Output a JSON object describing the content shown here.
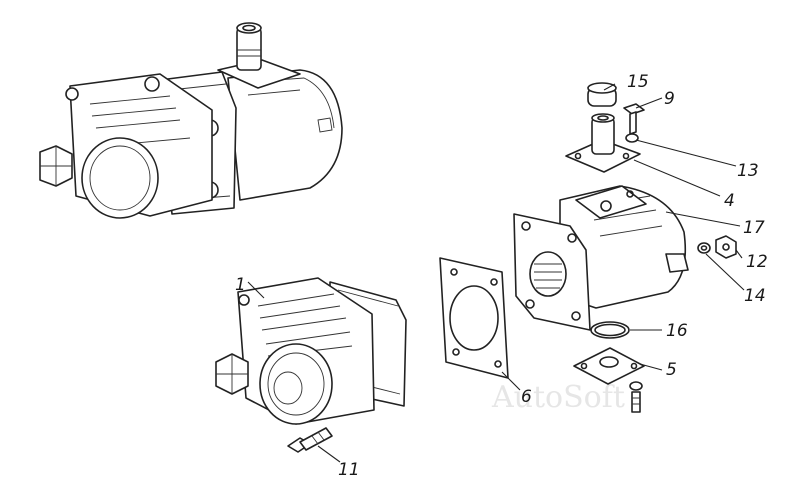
{
  "watermark": "AutoSoft",
  "callouts": [
    {
      "id": "c1",
      "label": "1"
    },
    {
      "id": "c4",
      "label": "4"
    },
    {
      "id": "c5",
      "label": "5"
    },
    {
      "id": "c6",
      "label": "6"
    },
    {
      "id": "c9",
      "label": "9"
    },
    {
      "id": "c11",
      "label": "11"
    },
    {
      "id": "c12",
      "label": "12"
    },
    {
      "id": "c13",
      "label": "13"
    },
    {
      "id": "c14",
      "label": "14"
    },
    {
      "id": "c15",
      "label": "15"
    },
    {
      "id": "c16",
      "label": "16"
    },
    {
      "id": "c17",
      "label": "17"
    }
  ]
}
